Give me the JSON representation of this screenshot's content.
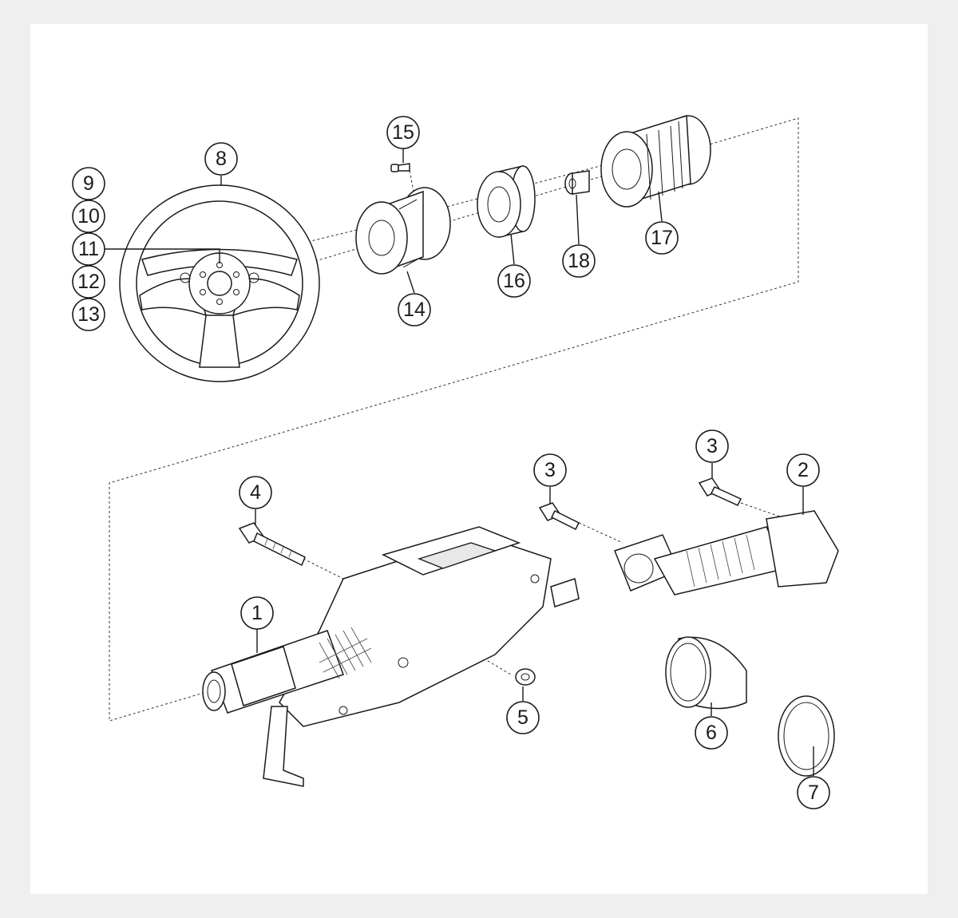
{
  "diagram": {
    "callouts": [
      {
        "id": "c1",
        "label": "1"
      },
      {
        "id": "c2",
        "label": "2"
      },
      {
        "id": "c3a",
        "label": "3"
      },
      {
        "id": "c3b",
        "label": "3"
      },
      {
        "id": "c4",
        "label": "4"
      },
      {
        "id": "c5",
        "label": "5"
      },
      {
        "id": "c6",
        "label": "6"
      },
      {
        "id": "c7",
        "label": "7"
      },
      {
        "id": "c8",
        "label": "8"
      },
      {
        "id": "c9",
        "label": "9"
      },
      {
        "id": "c10",
        "label": "10"
      },
      {
        "id": "c11",
        "label": "11"
      },
      {
        "id": "c12",
        "label": "12"
      },
      {
        "id": "c13",
        "label": "13"
      },
      {
        "id": "c14",
        "label": "14"
      },
      {
        "id": "c15",
        "label": "15"
      },
      {
        "id": "c16",
        "label": "16"
      },
      {
        "id": "c17",
        "label": "17"
      },
      {
        "id": "c18",
        "label": "18"
      }
    ]
  }
}
